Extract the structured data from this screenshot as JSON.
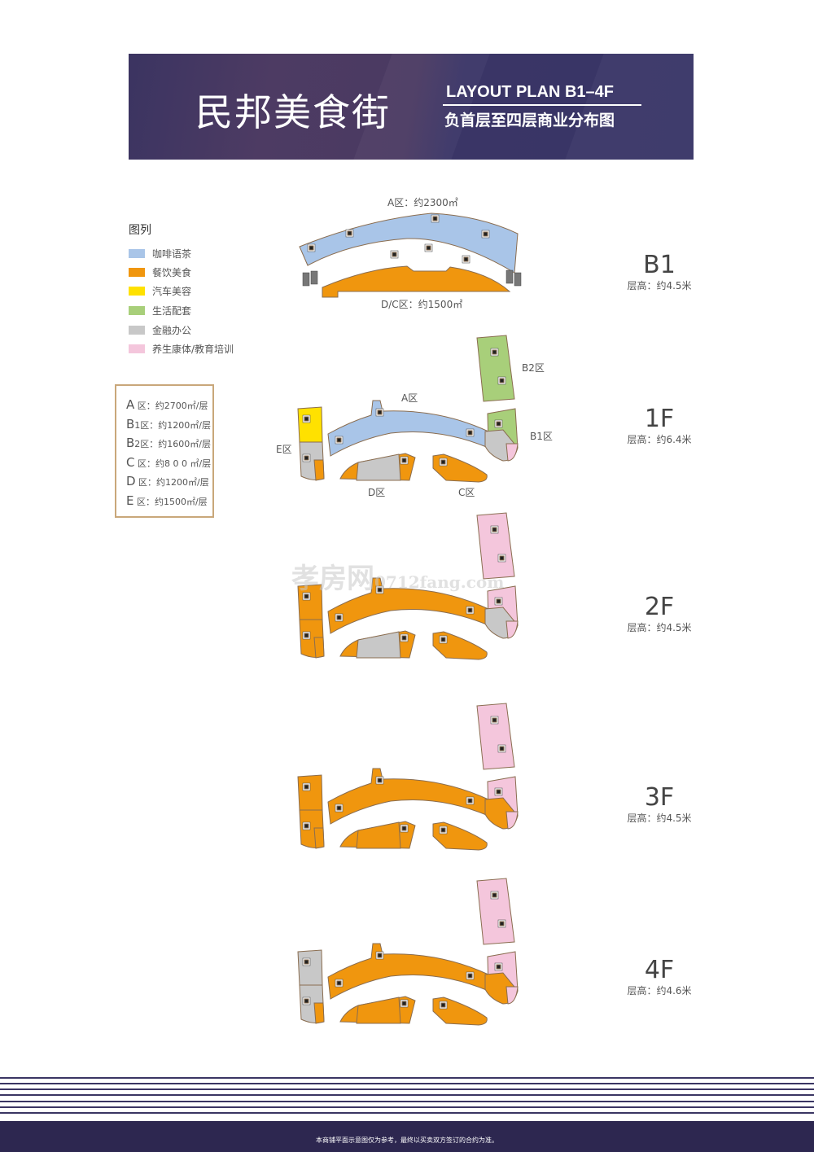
{
  "header": {
    "brand": "民邦美食街",
    "title_en": "LAYOUT PLAN  B1–4F",
    "title_cn": "负首层至四层商业分布图"
  },
  "legend": {
    "title": "图列",
    "items": [
      {
        "label": "咖啡语茶",
        "color": "#a9c5e8"
      },
      {
        "label": "餐饮美食",
        "color": "#f0960e"
      },
      {
        "label": "汽车美容",
        "color": "#ffe100"
      },
      {
        "label": "生活配套",
        "color": "#a8cf7a"
      },
      {
        "label": "金融办公",
        "color": "#c8c8c8"
      },
      {
        "label": "养生康体/教育培训",
        "color": "#f4c6dc"
      }
    ]
  },
  "zones": [
    {
      "letter": "A",
      "text": " 区：约2700㎡/层"
    },
    {
      "letter": "B",
      "text": "1区：约1200㎡/层"
    },
    {
      "letter": "B",
      "text": "2区：约1600㎡/层"
    },
    {
      "letter": "C",
      "text": " 区：约8 0 0 ㎡/层"
    },
    {
      "letter": "D",
      "text": " 区：约1200㎡/层"
    },
    {
      "letter": "E",
      "text": " 区：约1500㎡/层"
    }
  ],
  "floors": [
    {
      "name": "B1",
      "height": "层高：约4.5米"
    },
    {
      "name": "1F",
      "height": "层高：约6.4米"
    },
    {
      "name": "2F",
      "height": "层高：约4.5米"
    },
    {
      "name": "3F",
      "height": "层高：约4.5米"
    },
    {
      "name": "4F",
      "height": "层高：约4.6米"
    }
  ],
  "plan_labels": {
    "b1_a": "A区：约2300㎡",
    "b1_dc": "D/C区：约1500㎡",
    "f1_a": "A区",
    "f1_b2": "B2区",
    "f1_b1": "B1区",
    "f1_e": "E区",
    "f1_d": "D区",
    "f1_c": "C区"
  },
  "watermark": {
    "cn": "孝房网",
    "url": "0712fang.com"
  },
  "footer": {
    "disclaimer": "本商铺平面示意图仅为参考，最终以买卖双方签订的合约为准。"
  }
}
